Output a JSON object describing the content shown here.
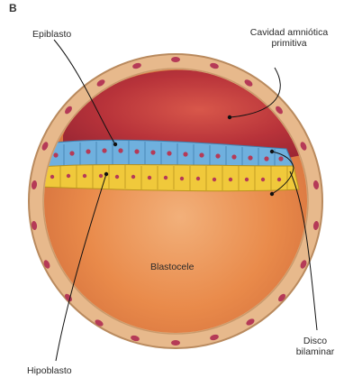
{
  "figure": {
    "panel_letter": "B",
    "labels": {
      "epiblast": "Epiblasto",
      "amniotic_cavity_line1": "Cavidad amniótica",
      "amniotic_cavity_line2": "primitiva",
      "blastocoel": "Blastocele",
      "hypoblast": "Hipoblasto",
      "disc_line1": "Disco",
      "disc_line2": "bilaminar"
    },
    "colors": {
      "wall": "#e7b98c",
      "wall_edge": "#b98a5e",
      "nucleus": "#b53a57",
      "cavity": "#b8333a",
      "blastocoel": "#e9874a",
      "epiblast_cells": "#6fb0de",
      "hypoblast_cells": "#f0c93b",
      "leader_lines": "#111111"
    }
  }
}
